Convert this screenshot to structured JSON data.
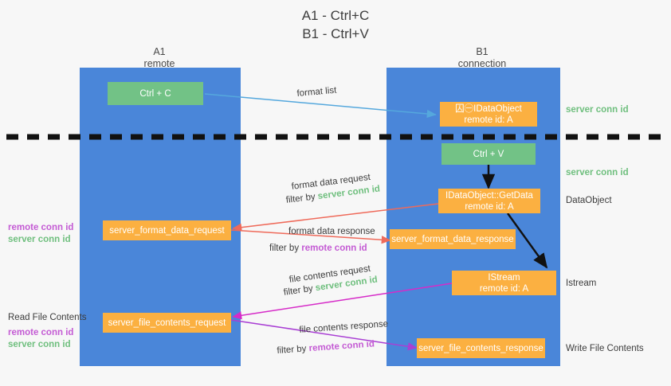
{
  "title": {
    "line1": "A1 - Ctrl+C",
    "line2": "B1 - Ctrl+V"
  },
  "lanes": [
    {
      "id": "a1",
      "name": "A1",
      "role": "remote"
    },
    {
      "id": "b1",
      "name": "B1",
      "role": "connection"
    }
  ],
  "boxes": {
    "ctrl_c": {
      "line1": "Ctrl + C",
      "color": "#72c286"
    },
    "idataobject_top": {
      "line1": "囚㊀IDataObject",
      "line2": "remote id: A",
      "color": "#fbb041"
    },
    "ctrl_v": {
      "line1": "Ctrl + V",
      "color": "#72c286"
    },
    "getdata": {
      "line1": "IDataObject::GetData",
      "line2": "remote id: A",
      "color": "#fbb041"
    },
    "server_format_data_request": {
      "line1": "server_format_data_request",
      "color": "#fbb041"
    },
    "server_format_data_response": {
      "line1": "server_format_data_response",
      "color": "#fbb041"
    },
    "istream": {
      "line1": "IStream",
      "line2": "remote id: A",
      "color": "#fbb041"
    },
    "server_file_contents_request": {
      "line1": "server_file_contents_request",
      "color": "#fbb041"
    },
    "server_file_contents_response": {
      "line1": "server_file_contents_response",
      "color": "#fbb041"
    }
  },
  "edge_labels": {
    "format_list": "format list",
    "format_data_request": "format data request",
    "format_data_request_filter_prefix": "filter by ",
    "format_data_request_filter_value": "server conn id",
    "format_data_response": "format data response",
    "format_data_response_filter_prefix": "filter by ",
    "format_data_response_filter_value": "remote conn id",
    "file_contents_request": "file contents request",
    "file_contents_request_filter_prefix": "filter by ",
    "file_contents_request_filter_value": "server conn id",
    "file_contents_response": "file contents response",
    "file_contents_response_filter_prefix": "filter by ",
    "file_contents_response_filter_value": "remote conn id"
  },
  "right_annotations": [
    {
      "id": "server-conn-id-1",
      "text": "server conn id",
      "color": "#6fbf7e"
    },
    {
      "id": "server-conn-id-2",
      "text": "server conn id",
      "color": "#6fbf7e"
    },
    {
      "id": "dataobject",
      "text": "DataObject",
      "color": "#3c3c3c"
    },
    {
      "id": "istream",
      "text": "Istream",
      "color": "#3c3c3c"
    },
    {
      "id": "write-file-contents",
      "text": "Write File Contents",
      "color": "#3c3c3c"
    }
  ],
  "left_annotations": {
    "pair_mid": {
      "remote": "remote conn id",
      "server": "server conn id"
    },
    "read_file_contents": "Read File Contents",
    "pair_bottom": {
      "remote": "remote conn id",
      "server": "server conn id"
    }
  },
  "colors": {
    "lane": "#4a86d9",
    "green_box": "#72c286",
    "orange_box": "#fbb041",
    "green_text": "#6fbf7e",
    "purple_text": "#c45bd4",
    "arrow_blue": "#55a8dd",
    "arrow_red": "#ef6a5a",
    "arrow_black": "#111111",
    "arrow_magenta": "#d62bc8",
    "arrow_purple": "#9b3fd4",
    "divider": "#111111",
    "background": "#f7f7f7"
  }
}
